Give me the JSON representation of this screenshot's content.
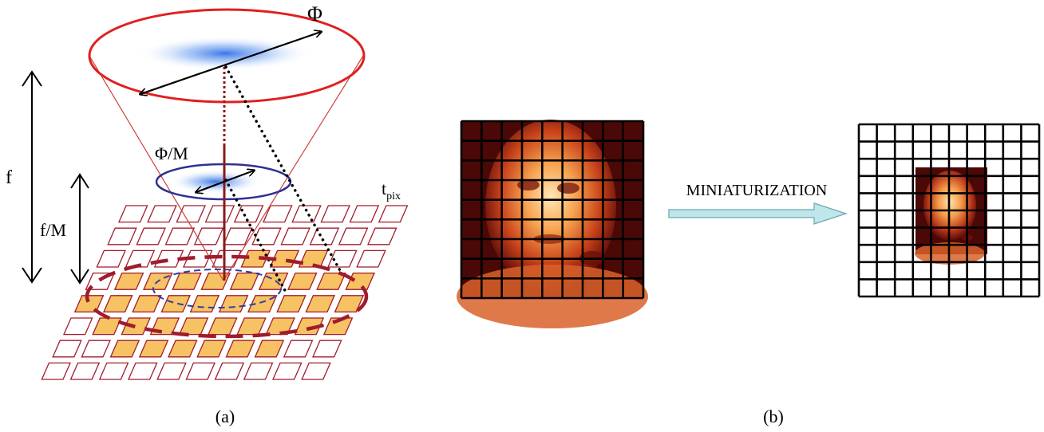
{
  "panel_a": {
    "caption": "(a)",
    "label_phi": "Φ",
    "label_phi_over_m": "Φ/M",
    "label_f": "f",
    "label_f_over_m": "f/M",
    "label_t": "t",
    "label_t_sub": "pix"
  },
  "panel_b": {
    "caption": "(b)",
    "arrow_label": "MINIATURIZATION"
  },
  "colors": {
    "outer_aperture": "#e02020",
    "inner_aperture": "#303090",
    "pixel_outline": "#a01c2c",
    "pixel_fill": "#f7c263",
    "ellipse_dashed": "#a01c2c",
    "ellipse_inner_dashed": "#3040a0",
    "axis_line": "#8b1a1a",
    "arrow_fill": "#bfe6ea"
  }
}
